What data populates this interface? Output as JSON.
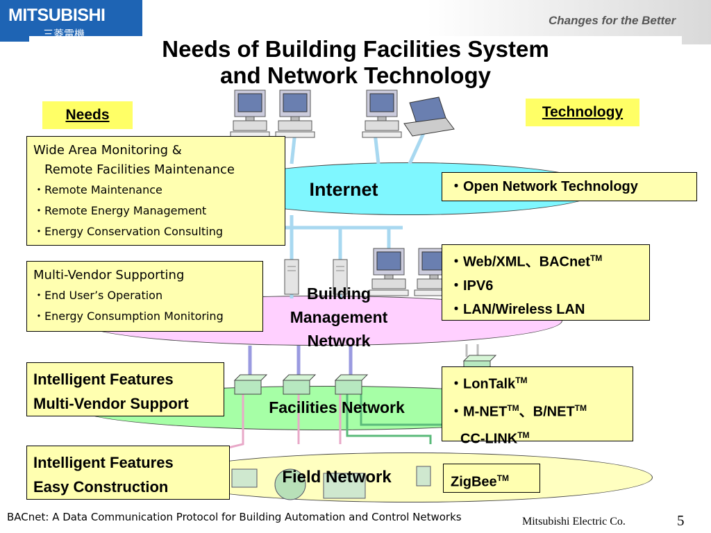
{
  "header": {
    "logo_text": "MITSUBISHI",
    "logo_sub": "三菱電機",
    "tagline": "Changes for the Better"
  },
  "title_line1": "Needs of Building Facilities System",
  "title_line2": "and Network Technology",
  "col_needs": "Needs",
  "col_technology": "Technology",
  "networks": {
    "internet": "Internet",
    "bmn_line1": "Building",
    "bmn_line2": "Management",
    "bmn_line3": "Network",
    "facilities": "Facilities Network",
    "field": "Field Network"
  },
  "needs": {
    "box1": {
      "heading1": "Wide Area Monitoring &",
      "heading2": "Remote Facilities Maintenance",
      "items": [
        "・Remote Maintenance",
        "・Remote Energy Management",
        "・Energy Conservation Consulting"
      ]
    },
    "box2": {
      "heading": "Multi-Vendor Supporting",
      "items": [
        "・End User’s Operation",
        "・Energy Consumption Monitoring"
      ]
    },
    "box3": {
      "line1": "Intelligent Features",
      "line2": "Multi-Vendor Support"
    },
    "box4": {
      "line1": "Intelligent Features",
      "line2": "Easy Construction"
    }
  },
  "technology": {
    "box1": "・Open Network Technology",
    "box2": {
      "web_xml": "・Web/XML、BACnet",
      "ipv6": "・IPV6",
      "lan": "・LAN/Wireless LAN"
    },
    "box3": {
      "lontalk": "・LonTalk",
      "mnet": "・M-NET",
      "bnet": "、B/NET",
      "cclink": "CC-LINK"
    },
    "box4": "ZigBee",
    "tm": "TM"
  },
  "footer": {
    "footnote": "BACnet: A Data Communication Protocol for Building Automation and Control Networks",
    "company": "Mitsubishi Electric Co.",
    "page": "5"
  }
}
